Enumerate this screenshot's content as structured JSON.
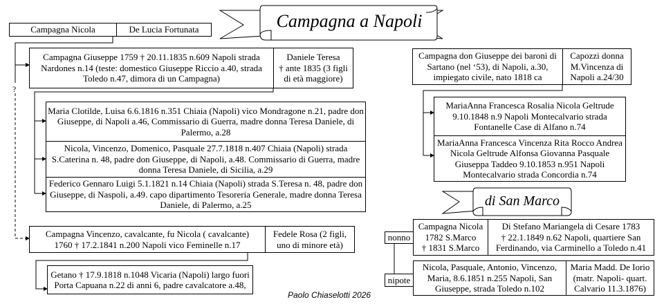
{
  "title": "Campagna a Napoli",
  "subtitle": "di San Marco",
  "signature": "Paolo Chiaselotti 2026",
  "uncertain_mark": "?",
  "left": {
    "parents": [
      "Campagna Nicola",
      "De Lucia Fortunata"
    ],
    "giuseppe": "Campagna Giuseppe 1759  † 20.11.1835 n.609 Napoli strada Nardones n.14 (teste: domestico Giuseppe Riccio a.40, strada Toledo n.47, dimora di un Campagna)",
    "giuseppe_spouse": "Daniele Teresa\n† ante 1835 (3 figli di età maggiore)",
    "children": [
      "Maria Clotilde, Luisa 6.6.1816 n.351 Chiaia (Napoli) vico Mondragone n.21, padre don Giuseppe, di Napoli a.46, Commissario di Guerra, madre donna Teresa Daniele, di Palermo, a.28",
      "Nicola, Vincenzo, Domenico, Pasquale 27.7.1818 n.407 Chiaia (Napoli) strada S.Caterina n. 48, padre don Giuseppe, di Napoli, a.48. Commissario di Guerra, madre donna Teresa Daniele, di Sicilia, a.29",
      "Federico Gennaro Luigi 5.1.1821 n.14 Chiaia (Napoli) strada S.Teresa n. 48, padre don Giuseppe, di Naspoli, a.49. capo dipartimento Tesoreria Generale, madre donna Teresa Daniele, di Palermo, a.25"
    ],
    "vincenzo": "Campagna Vincenzo, cavalcante,  fu Nicola ( cavalcante)\n1760  † 17.2.1841 n.200 Napoli vico Feminelle n.17",
    "vincenzo_spouse": "Fedele Rosa (2 figli, uno di minore età)",
    "getano": "Getano † 17.9.1818 n.1048 Vicaria (Napoli) largo fuori Porta Capuana n.22 di anni 6, padre cavalcatore a.48,"
  },
  "right": {
    "giuseppe": "Campagna don Giuseppe dei baroni di Sartano (nel ‘53), di Napoli, a.30, impiegato civile, nato 1818 ca",
    "giuseppe_spouse": "Capozzi donna M.Vincenza di Napoli a.24/30",
    "children": [
      "MariaAnna Francesca Rosalia Nicola Geltrude 9.10.1848 n.9 Napoli Montecalvario strada Fontanelle Case di Alfano n.74",
      "MariaAnna Francesca Vincenza Rita Rocco Andrea Nicola Geltrude Alfonsa Giovanna Pasquale Giuseppa Taddeo 9.10.1853 n.951 Napoli Montecalvario strada Concordia n.74"
    ],
    "nonno_label": "nonno",
    "nonno": "Campagna Nicola\n1782 S.Marco\n† 1831 S.Marco",
    "nonno_spouse": "Di Stefano Mariangela di Cesare 1783\n† 22.1.1849 n.62 Napoli, quartiere San Ferdinando, via Carminello a Toledo n.41",
    "nipote_label": "nipote",
    "nipote": "Nicola, Pasquale, Antonio, Vincenzo, Maria, 8.6.1851 n.255 Napoli, San Giuseppe, strada Toledo n.102",
    "nipote_spouse": "Maria Madd. De Iorio\n(matr. Napoli- quart. Calvario 11.3.1876)"
  }
}
